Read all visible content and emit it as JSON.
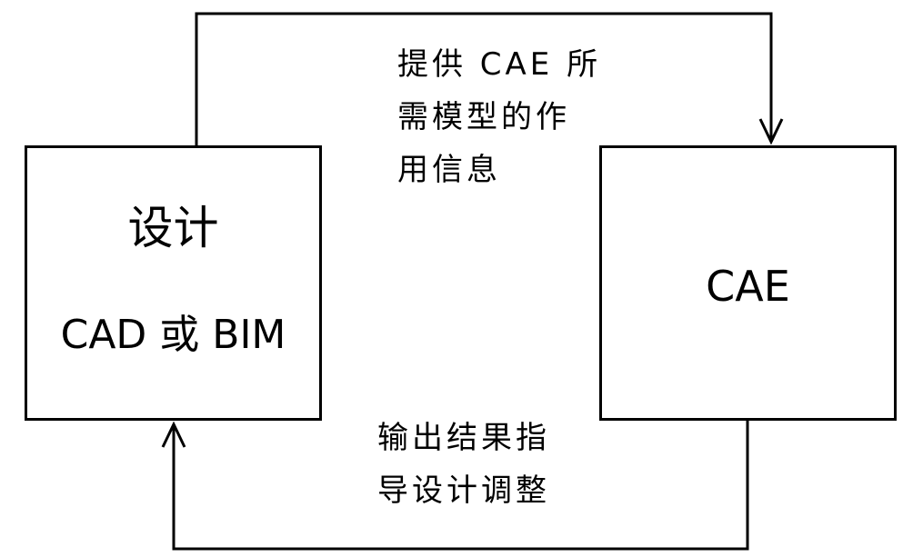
{
  "design_box": {
    "title": "设计",
    "subtitle": "CAD 或 BIM"
  },
  "cae_box": {
    "title": "CAE"
  },
  "top_annotation": {
    "lines": [
      "提供 CAE 所",
      "需模型的作",
      "用信息"
    ]
  },
  "bottom_annotation": {
    "lines": [
      "输出结果指",
      "导设计调整"
    ]
  },
  "colors": {
    "stroke": "#000000",
    "background": "#ffffff"
  }
}
